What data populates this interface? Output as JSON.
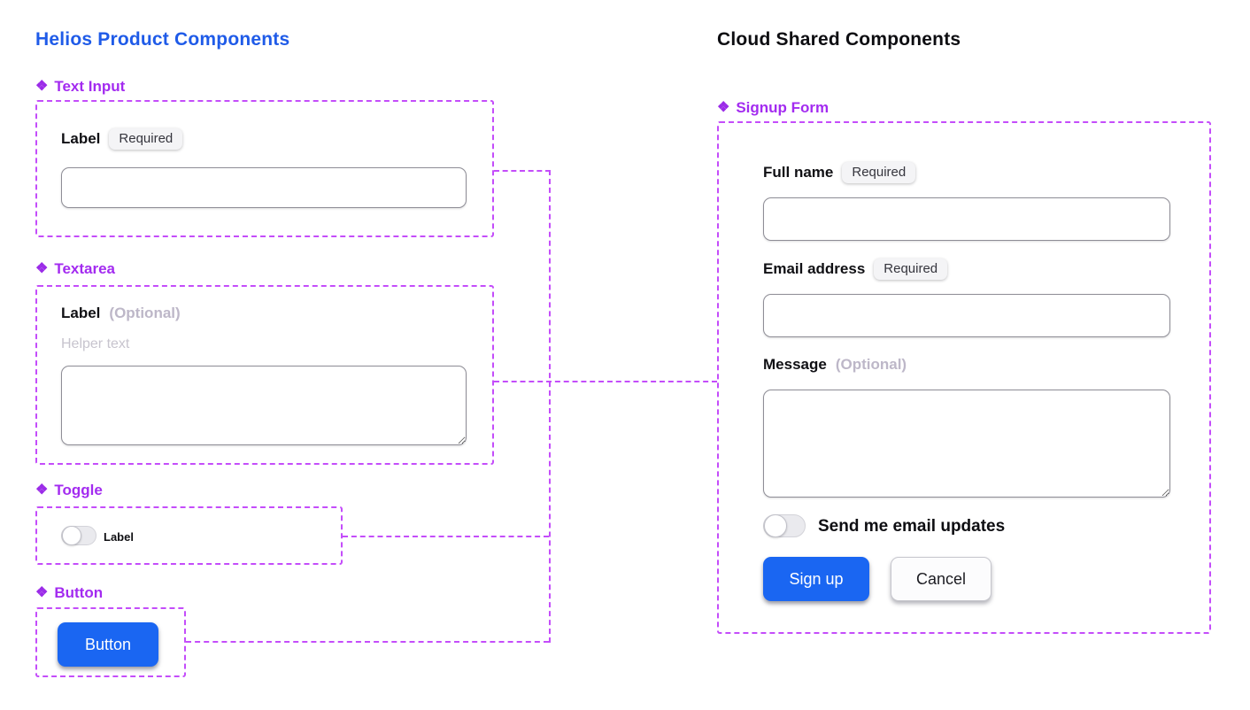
{
  "icons": {
    "component_glyph": "❖"
  },
  "colors": {
    "title_blue": "#1F5BE8",
    "title_black": "#0D0D11",
    "heading_purple": "#A32BF0",
    "connector_purple": "#C44DFA",
    "primary_button_blue": "#1A66F2"
  },
  "left": {
    "title": "Helios Product Components",
    "text_input": {
      "heading": "Text Input",
      "label": "Label",
      "badge": "Required",
      "value": ""
    },
    "textarea": {
      "heading": "Textarea",
      "label": "Label",
      "optional_hint": "(Optional)",
      "helper_text": "Helper text",
      "value": ""
    },
    "toggle": {
      "heading": "Toggle",
      "label": "Label",
      "state": "off"
    },
    "button": {
      "heading": "Button",
      "label": "Button"
    }
  },
  "right": {
    "title": "Cloud Shared Components",
    "signup_form": {
      "heading": "Signup Form",
      "full_name": {
        "label": "Full name",
        "badge": "Required",
        "value": ""
      },
      "email": {
        "label": "Email address",
        "badge": "Required",
        "value": ""
      },
      "message": {
        "label": "Message",
        "optional_hint": "(Optional)",
        "value": ""
      },
      "email_updates_toggle": {
        "label": "Send me email updates",
        "state": "off"
      },
      "sign_up_label": "Sign up",
      "cancel_label": "Cancel"
    }
  }
}
